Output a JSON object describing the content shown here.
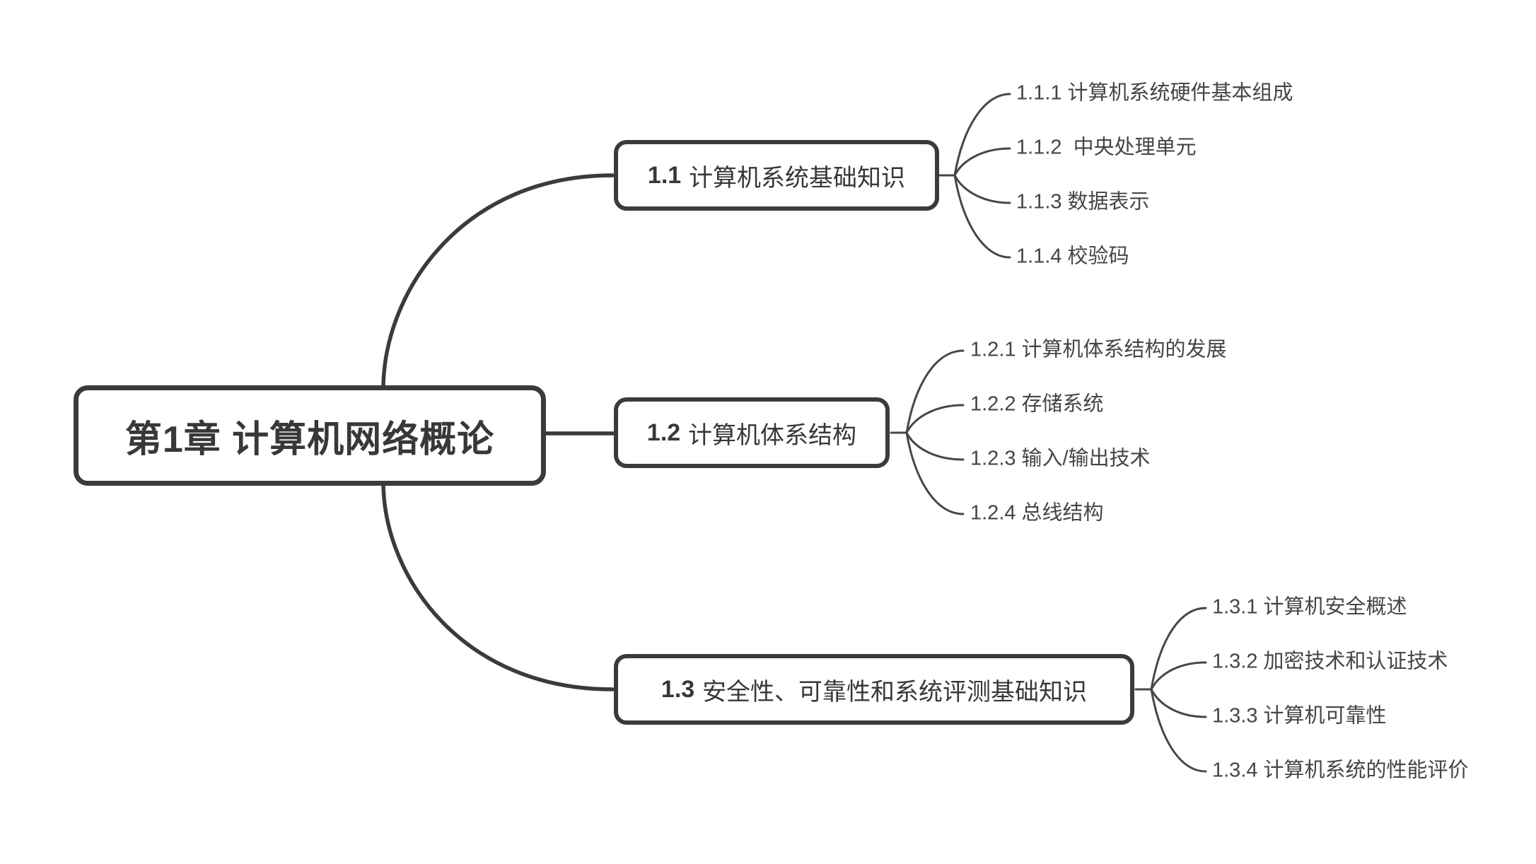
{
  "root": {
    "label": "第1章 计算机网络概论"
  },
  "branches": [
    {
      "prefix": "1.1",
      "title": "计算机系统基础知识",
      "children": [
        "1.1.1 计算机系统硬件基本组成",
        "1.1.2  中央处理单元",
        "1.1.3 数据表示",
        "1.1.4 校验码"
      ]
    },
    {
      "prefix": "1.2",
      "title": "计算机体系结构",
      "children": [
        "1.2.1 计算机体系结构的发展",
        "1.2.2 存储系统",
        "1.2.3 输入/输出技术",
        "1.2.4 总线结构"
      ]
    },
    {
      "prefix": "1.3",
      "title": "安全性、可靠性和系统评测基础知识",
      "children": [
        "1.3.1 计算机安全概述",
        "1.3.2 加密技术和认证技术",
        "1.3.3 计算机可靠性",
        "1.3.4 计算机系统的性能评价"
      ]
    }
  ],
  "colors": {
    "background": "#ffffff",
    "node_border": "#3b3b3b",
    "node_text": "#383838",
    "connector_thick": "#3b3b3b",
    "connector_thin": "#474747",
    "child_text": "#454545"
  }
}
